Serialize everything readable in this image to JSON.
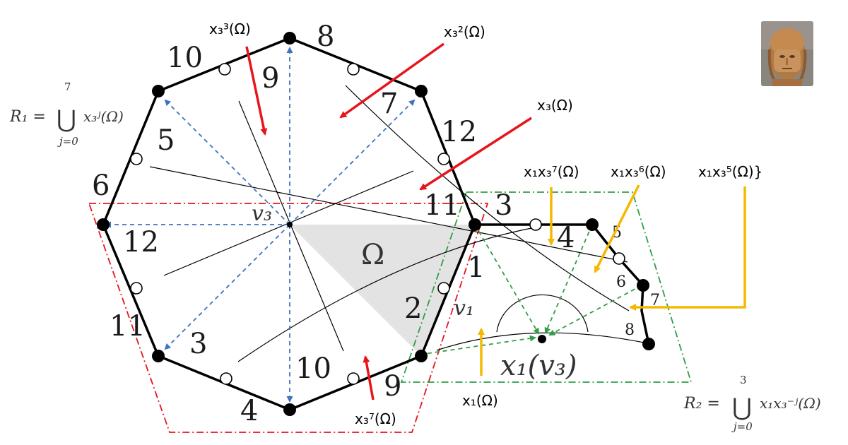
{
  "labels": {
    "v3": "v₃",
    "v1": "v₁",
    "omega": "Ω",
    "x1_v3": "x₁(v₃)",
    "r1_lhs": "R₁ =",
    "r1_union": "⋃",
    "r1_upper": "7",
    "r1_lower": "j=0",
    "r1_term": "x₃ʲ(Ω)",
    "r2_lhs": "R₂ =",
    "r2_union": "⋃",
    "r2_upper": "3",
    "r2_lower": "j=0",
    "r2_term": "x₁x₃⁻ʲ(Ω)"
  },
  "arrow_labels": {
    "x3_3": "x₃³(Ω)",
    "x3_2": "x₃²(Ω)",
    "x3": "x₃(Ω)",
    "x1x3_7": "x₁x₃⁷(Ω)",
    "x1x3_6": "x₁x₃⁶(Ω)",
    "x1x3_5": "x₁x₃⁵(Ω)}",
    "x1": "x₁(Ω)",
    "x3_7": "x₃⁷(Ω)"
  },
  "side_numbers": {
    "n8": "8",
    "n7": "7",
    "n12a": "12",
    "n11a": "11",
    "n3a": "3",
    "n4a": "4",
    "n1": "1",
    "n2": "2",
    "n9a": "9",
    "n10a": "10",
    "n4b": "4",
    "n3b": "3",
    "n11b": "11",
    "n12b": "12",
    "n6": "6",
    "n5": "5",
    "n10b": "10",
    "n9b": "9"
  },
  "small_numbers": {
    "s5": "5",
    "s6": "6",
    "s7": "7",
    "s8": "8"
  },
  "colors": {
    "red_arrow": "#e8141b",
    "yellow_arrow": "#f5b800",
    "blue_dash": "#3e73bf",
    "red_region": "#e8141b",
    "green_region": "#2f9e44",
    "omega_fill": "#e3e3e3"
  },
  "portrait": {
    "icon": "helmeted-figure-portrait"
  }
}
